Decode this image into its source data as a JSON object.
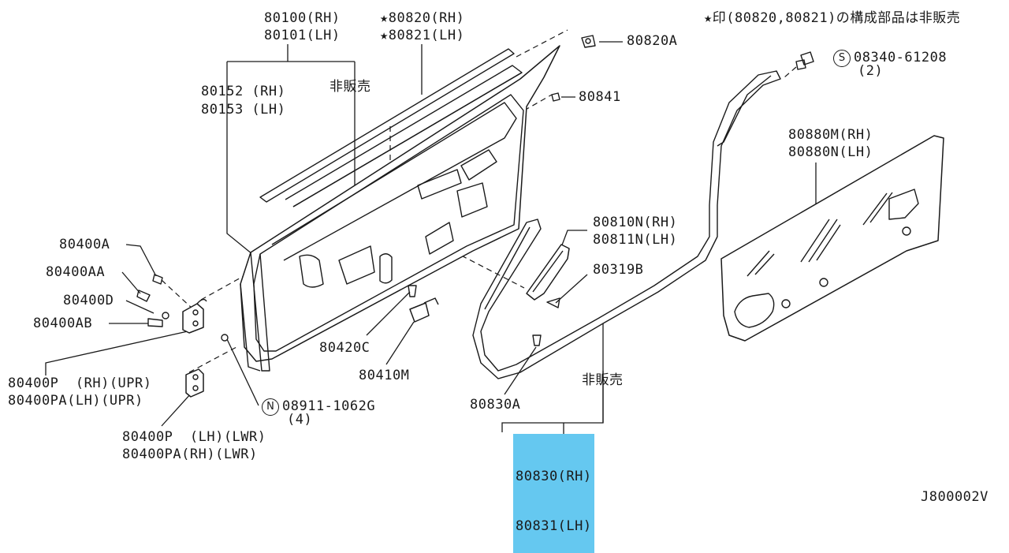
{
  "note": {
    "star": "★",
    "text": "印(80820,80821)の構成部品は非販売"
  },
  "diagram_id": "J800002V",
  "labels": {
    "door_rh": "80100(RH)",
    "door_lh": "80101(LH)",
    "star1": "★",
    "weatherstrip_rh": "80820(RH)",
    "star2": "★",
    "weatherstrip_lh": "80821(LH)",
    "clip_80820a": "80820A",
    "sash_rh": "80152 (RH)",
    "sash_lh": "80153 (LH)",
    "not_for_sale_1": "非販売",
    "part_80841": "80841",
    "bolt_08340": "08340-61208",
    "bolt_08340_qty": "(2)",
    "bolt_08340_symbol": "S",
    "finisher_rh": "80880M(RH)",
    "finisher_lh": "80880N(LH)",
    "part_80400a": "80400A",
    "part_80400aa": "80400AA",
    "part_80400d": "80400D",
    "part_80400ab": "80400AB",
    "seal_rh": "80810N(RH)",
    "seal_lh": "80811N(LH)",
    "part_80319b": "80319B",
    "part_80420c": "80420C",
    "part_80410m": "80410M",
    "hinge_upr_rh": "80400P  (RH)(UPR)",
    "hinge_upr_lh": "80400PA(LH)(UPR)",
    "not_for_sale_2": "非販売",
    "nut_08911": "08911-1062G",
    "nut_08911_qty": "(4)",
    "nut_08911_symbol": "N",
    "part_80830a": "80830A",
    "hinge_lwr_lh": "80400P  (LH)(LWR)",
    "hinge_lwr_rh": "80400PA(RH)(LWR)",
    "weather_main_rh": "80830(RH)",
    "weather_main_lh": "80831(LH)"
  },
  "colors": {
    "highlight": "#65c8f0",
    "line": "#1a1a1a"
  }
}
